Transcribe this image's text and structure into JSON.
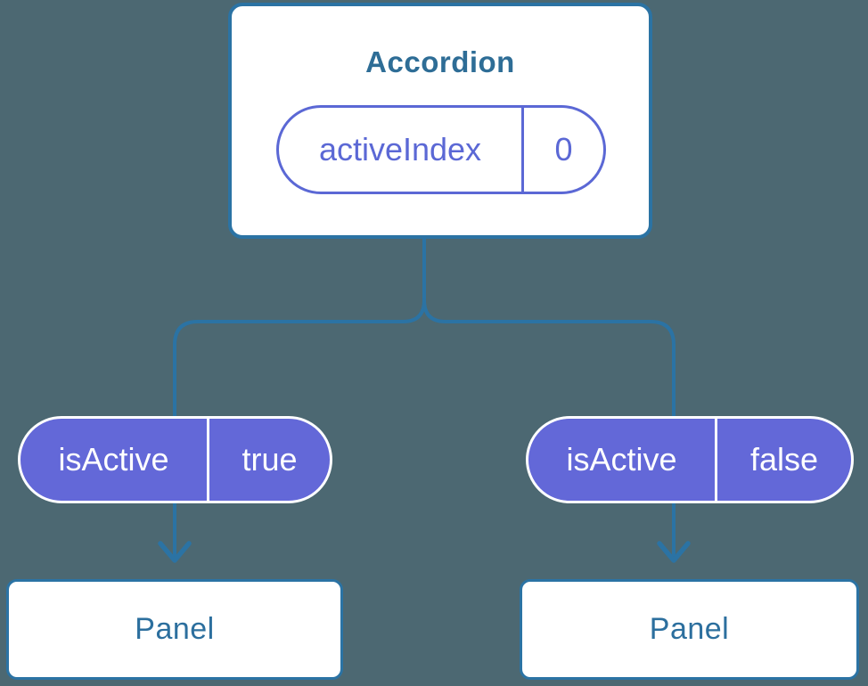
{
  "diagram": {
    "description": "React component tree: Accordion root holding state, passing isActive prop to two Panel children",
    "colors": {
      "background": "#4C6872",
      "connector_blue": "#2B73A4",
      "node_title_blue": "#2E6D96",
      "panel_text_blue": "#2C6F9E",
      "pill_purple_fill": "#6368D8",
      "pill_purple_outline": "#5B68D5",
      "pill_text_white": "#FFFFFF",
      "card_fill": "#FFFFFF"
    },
    "root": {
      "title": "Accordion",
      "state": {
        "label": "activeIndex",
        "value": "0"
      }
    },
    "children": [
      {
        "prop": {
          "label": "isActive",
          "value": "true"
        },
        "node": "Panel"
      },
      {
        "prop": {
          "label": "isActive",
          "value": "false"
        },
        "node": "Panel"
      }
    ]
  }
}
